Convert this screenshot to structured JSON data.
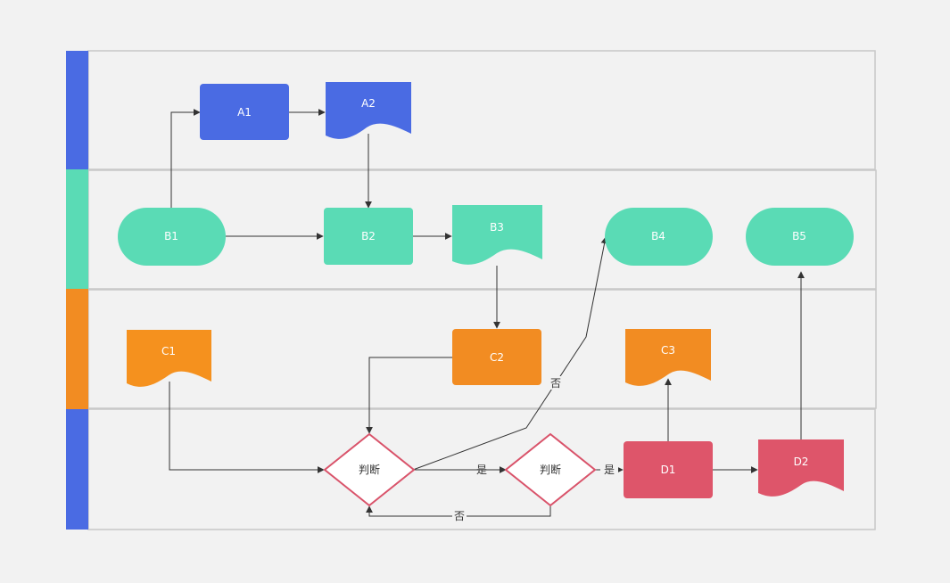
{
  "colors": {
    "background": "#f2f2f2",
    "lane_border": "#c8c8c8",
    "blue": "#4a6be3",
    "teal": "#5adbb5",
    "orange": "#f28c22",
    "orange_light": "#f5911e",
    "red": "#de556a",
    "decision_fill": "#ffffff",
    "decision_stroke": "#d9536a",
    "edge": "#333333",
    "label_light": "#ffffff",
    "label_dark": "#333333"
  },
  "nodes": {
    "A1": "A1",
    "A2": "A2",
    "B1": "B1",
    "B2": "B2",
    "B3": "B3",
    "B4": "B4",
    "B5": "B5",
    "C1": "C1",
    "C2": "C2",
    "C3": "C3",
    "D1": "D1",
    "D2": "D2",
    "judge1": "判断",
    "judge2": "判断"
  },
  "edge_labels": {
    "yes1": "是",
    "yes2": "是",
    "no_loop": "否",
    "no_up": "否"
  }
}
